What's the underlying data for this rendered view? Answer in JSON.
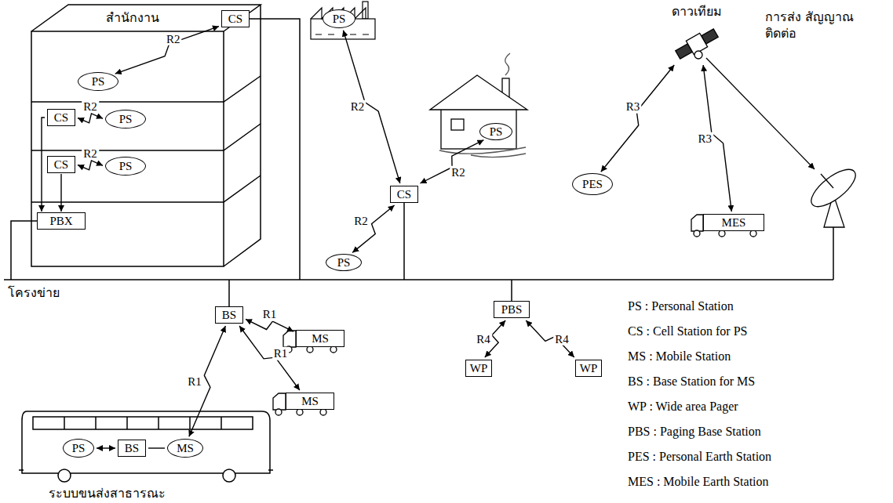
{
  "diagram": {
    "nodes": [
      {
        "text": [
          "สำนักงาน"
        ]
      },
      {
        "text": [
          "CS"
        ],
        "in": 0
      },
      {
        "text": [
          "PS"
        ],
        "in": 0
      },
      {
        "text": [
          "CS"
        ],
        "in": 0
      },
      {
        "text": [
          "PS"
        ],
        "in": 0
      },
      {
        "text": [
          "CS"
        ],
        "in": 0
      },
      {
        "text": [
          "PS"
        ],
        "in": 0
      },
      {
        "text": [
          "PBX"
        ],
        "in": 0
      },
      {
        "text": [
          "PS"
        ]
      },
      {
        "text": [
          "PS"
        ]
      },
      {
        "text": [
          "CS"
        ]
      },
      {
        "text": [
          "PS"
        ]
      },
      {
        "text": [
          "ดาวเทียม"
        ]
      },
      {
        "text": [
          "PES"
        ]
      },
      {
        "text": [
          "MES"
        ]
      },
      {
        "text": [
          "BS"
        ]
      },
      {
        "text": [
          "MS"
        ]
      },
      {
        "text": [
          "MS"
        ]
      },
      {
        "text": [
          "PBS"
        ]
      },
      {
        "text": [
          "WP"
        ]
      },
      {
        "text": [
          "WP"
        ]
      },
      {
        "text": [
          "ระบบขนส่งสาธารณะ"
        ]
      },
      {
        "text": [
          "PS"
        ],
        "in": 21
      },
      {
        "text": [
          "BS"
        ],
        "in": 21
      },
      {
        "text": [
          "MS"
        ],
        "in": 21
      }
    ],
    "edges": [
      {
        "from": 2,
        "to": 1,
        "label": "R2",
        "arrow": "both"
      },
      {
        "from": 3,
        "to": 4,
        "label": "R2",
        "arrow": "both"
      },
      {
        "from": 5,
        "to": 6,
        "label": "R2",
        "arrow": "both"
      },
      {
        "from": 3,
        "to": 7,
        "arrow": "to"
      },
      {
        "from": 5,
        "to": 7,
        "arrow": "to"
      },
      {
        "from": 10,
        "to": 8,
        "label": "R2",
        "arrow": "both"
      },
      {
        "from": 10,
        "to": 9,
        "label": "R2",
        "arrow": "both"
      },
      {
        "from": 10,
        "to": 11,
        "label": "R2",
        "arrow": "both"
      },
      {
        "from": 13,
        "to": 12,
        "label": "R3",
        "arrow": "both"
      },
      {
        "from": 14,
        "to": 12,
        "label": "R3",
        "arrow": "both"
      },
      {
        "from": 15,
        "to": 16,
        "label": "R1",
        "arrow": "both"
      },
      {
        "from": 15,
        "to": 17,
        "label": "R1",
        "arrow": "both"
      },
      {
        "from": 15,
        "to": 24,
        "label": "R1",
        "arrow": "both"
      },
      {
        "from": 18,
        "to": 19,
        "label": "R4",
        "arrow": "both"
      },
      {
        "from": 18,
        "to": 20,
        "label": "R4",
        "arrow": "both"
      },
      {
        "from": 22,
        "to": 23,
        "arrow": "both"
      },
      {
        "from": 23,
        "to": 24,
        "arrow": "none"
      }
    ],
    "labels": [
      "โครงข่าย",
      "การส่ง สัญญาณติดต่อ"
    ],
    "legend": [
      {
        "text": "PS : Personal Station"
      },
      {
        "text": "CS : Cell Station for PS"
      },
      {
        "text": "MS : Mobile Station"
      },
      {
        "text": "BS : Base Station for MS"
      },
      {
        "text": "WP : Wide area Pager"
      },
      {
        "text": "PBS : Paging Base Station"
      },
      {
        "text": "PES : Personal Earth Station"
      },
      {
        "text": "MES : Mobile Earth Station"
      }
    ]
  }
}
